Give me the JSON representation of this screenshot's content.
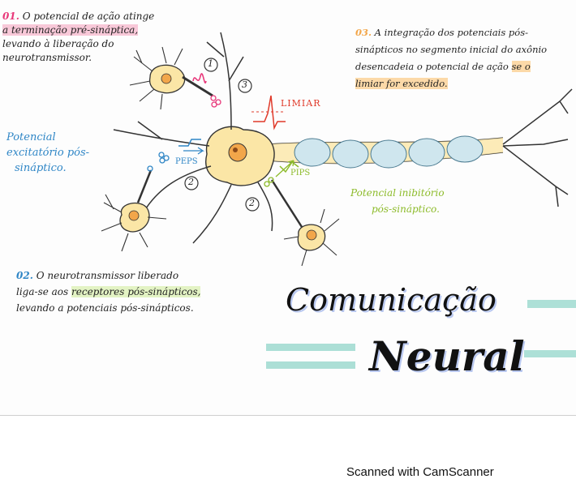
{
  "notes": {
    "n01": {
      "num": "01.",
      "line1_rest": "O potencial de ação atinge",
      "line2_hl": "a terminação pré-sináptica,",
      "line3": "levando à liberação do",
      "line4": "neurotransmissor."
    },
    "n02": {
      "num": "02.",
      "line1_rest": "O neurotransmissor liberado",
      "line2_pre": "liga-se aos",
      "line2_hl": "receptores pós-sinápticos,",
      "line3": "levando a potenciais pós-sinápticos."
    },
    "n03": {
      "num": "03.",
      "line1_rest": "A integração dos potenciais pós-",
      "line2": "sinápticos no segmento inicial do axônio",
      "line3": "desencadeia o potencial de ação",
      "line3_hl": "se o",
      "line4_hl": "limiar for excedido."
    }
  },
  "labels": {
    "excitatory": [
      "Potencial",
      "excitatório pós-",
      "sináptico."
    ],
    "inhibitory": [
      "Potencial inibitório",
      "pós-sináptico."
    ],
    "limiar": "LIMIAR",
    "peps": "PEPS",
    "pips": "PIPS",
    "step1": "1",
    "step2a": "2",
    "step2b": "2",
    "step3": "3"
  },
  "title": {
    "line1": "Comunicação",
    "line2": "Neural"
  },
  "footer": "Scanned with CamScanner",
  "colors": {
    "pink": "#e8387a",
    "blue": "#2f86c6",
    "green": "#8dbb2a",
    "red": "#e03a2a",
    "orange": "#f2a64a",
    "cell_fill": "#fbe6a6",
    "myelin": "#cfe6ee",
    "teal_stripe": "#9fdad0"
  }
}
